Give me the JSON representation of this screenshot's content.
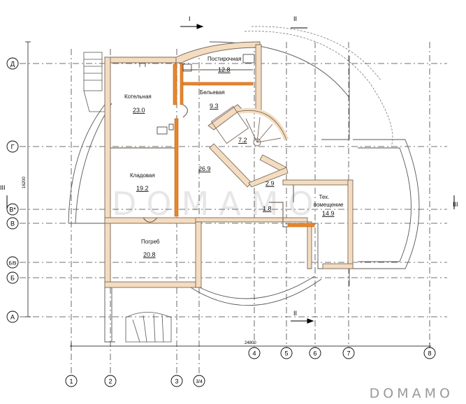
{
  "axes": {
    "horizontal": [
      "Д",
      "Г",
      "В*",
      "В",
      "Б/В",
      "Б",
      "А"
    ],
    "vertical": [
      "1",
      "2",
      "3",
      "3/4",
      "4",
      "5",
      "6",
      "7",
      "8"
    ]
  },
  "sections": {
    "cut_1": "I",
    "cut_2": "II",
    "cut_3": "III"
  },
  "dimensions": {
    "overall_width": "24800",
    "overall_height": "16200"
  },
  "rooms": {
    "boiler": {
      "name": "Котельная",
      "area": "23.0"
    },
    "laundry": {
      "name": "Постирочная",
      "area": "12.8"
    },
    "linen": {
      "name": "Бельевая",
      "area": "9.3"
    },
    "stairs": {
      "area": "7.2"
    },
    "hall": {
      "area": "26.9"
    },
    "storage": {
      "name": "Кладовая",
      "area": "19.2"
    },
    "corridor": {
      "area": "2.9"
    },
    "technical": {
      "name": "Тех. помещение",
      "area": "14.9"
    },
    "small": {
      "area": "1.8"
    },
    "cellar": {
      "name": "Погреб",
      "area": "20.8"
    }
  },
  "watermark": "DOMAMO",
  "brand": "DOMAMO",
  "colors": {
    "wall": "#f4dcc0",
    "wall_stroke": "#7a6a5a",
    "partition": "#e8862c"
  }
}
